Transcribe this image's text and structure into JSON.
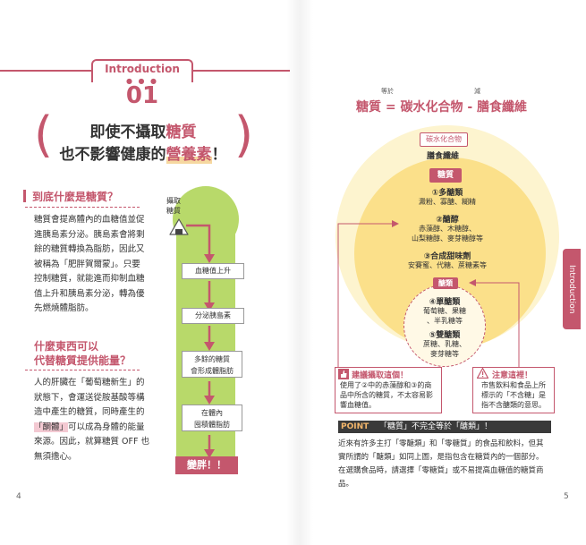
{
  "left": {
    "header_label": "Introduction",
    "dots": "● ● ●",
    "number": "01",
    "headline_line1_pre": "即使不攝取",
    "headline_line1_hl": "糖質",
    "headline_line2_pre": "也不影響健康的",
    "headline_line2_hl": "營養素",
    "headline_line2_post": "！",
    "section1_title": "到底什麼是糖質？",
    "section1_lines": [
      "糖質會提高體內的血糖值並促",
      "進胰島素分泌。胰島素會將剩",
      "餘的糖質轉換為脂肪，因此又",
      "被稱為「肥胖賀爾蒙」。只要",
      "控制糖質，就能進而抑制血糖",
      "值上升和胰島素分泌，轉為優",
      "先燃燒體脂肪。"
    ],
    "section2_title_l1": "什麼東西可以",
    "section2_title_l2": "代替糖質提供能量？",
    "section2_lines": [
      "人的肝臟在「葡萄糖新生」的",
      "狀態下，會運送從胺基酸等構",
      "造中產生的糖質，同時產生的",
      "可以成為身體的能量",
      "來源。因此，就算糖質 OFF 也",
      "無須擔心。"
    ],
    "section2_ketone": "「酮體」",
    "flow_intake_l1": "攝取",
    "flow_intake_l2": "糖質",
    "flow_steps": [
      "血糖值上升",
      "分泌胰島素",
      "多餘的糖質\n會形成體脂肪",
      "在體內\n囤積體脂肪"
    ],
    "flow_end": "變胖！！",
    "page_number": "4"
  },
  "right": {
    "eq_part1": "糖質",
    "eq_sign1": "=",
    "eq_part2": "碳水化合物",
    "eq_sign2": "-",
    "eq_part3": "膳食纖維",
    "ruby1": "等於",
    "ruby2": "減",
    "carb_tag": "碳水化合物",
    "fiber_label": "膳食纖維",
    "sugar_tag": "糖質",
    "poly_title": "①多醣類",
    "poly_items": "澱粉、寡醣、糊精",
    "alcohol_title": "②醣醇",
    "alcohol_items_l1": "赤藻醇、木糖醇、",
    "alcohol_items_l2": "山梨糖醇、麥芽糖醇等",
    "sweet_title": "③合成甜味劑",
    "sweet_items": "安賽蜜、代糖、蔗糖素等",
    "sugars_tag": "醣類",
    "mono_title": "④單醣類",
    "mono_items_l1": "葡萄糖、果糖",
    "mono_items_l2": "、半乳糖等",
    "di_title": "⑤雙醣類",
    "di_items_l1": "蔗糖、乳糖、",
    "di_items_l2": "麥芽糖等",
    "note1_title": "建議攝取這個！",
    "note1_lines": [
      "使用了②中的赤藻醇和③的商",
      "品中所含的糖質，不太容易影",
      "響血糖值。"
    ],
    "note2_title": "注意這裡！",
    "note2_lines": [
      "市售飲料和食品上所",
      "標示的「不含糖」是",
      "指不含醣類的意思。"
    ],
    "side_tab": "Introduction",
    "point_label": "POINT",
    "point_title": "「糖質」不完全等於「醣類」！",
    "point_lines": [
      "近來有許多主打「零醣類」和「零糖質」的食品和飲料，但其",
      "實所謂的「醣類」如同上圖，是指包含在糖質內的一個部分。",
      "在選購食品時，請選擇「零糖質」或不易提高血糖值的糖質商",
      "品。"
    ],
    "page_number": "5"
  },
  "colors": {
    "accent": "#c4576d",
    "flow_green": "#b8d96a",
    "outer_circle": "#fdf4cf",
    "mid_circle": "#fbe08a",
    "inner_circle": "#fff9e6"
  }
}
